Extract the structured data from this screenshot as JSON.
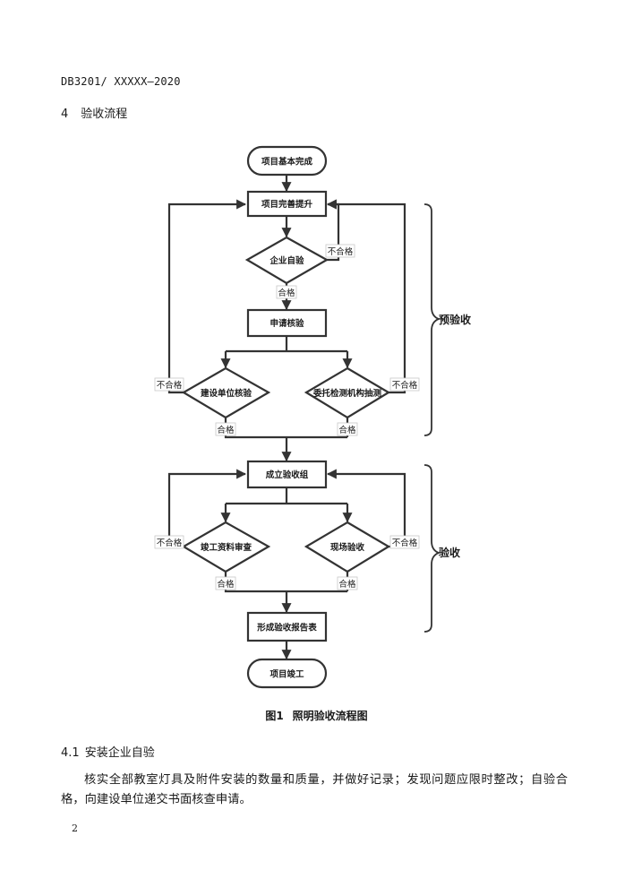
{
  "header": {
    "doc_code": "DB3201/ XXXXX—2020"
  },
  "section": {
    "number": "4",
    "title": "验收流程"
  },
  "flowchart": {
    "nodes": {
      "start": "项目基本完成",
      "improve": "项目完善提升",
      "self_check": "企业自验",
      "apply": "申请核验",
      "owner_check": "建设单位核验",
      "agency_check": "委托检测机构抽测",
      "form_group": "成立验收组",
      "doc_review": "竣工资料审查",
      "site_check": "现场验收",
      "report": "形成验收报告表",
      "end": "项目竣工"
    },
    "labels": {
      "pass": "合格",
      "fail": "不合格"
    },
    "phases": {
      "pre": "预验收",
      "final": "验收"
    }
  },
  "figure": {
    "number": "图1",
    "caption": "照明验收流程图"
  },
  "subsection": {
    "number": "4.1",
    "title": "安装企业自验"
  },
  "paragraph": "核实全部教室灯具及附件安装的数量和质量，并做好记录；发现问题应限时整改；自验合格，向建设单位递交书面核查申请。",
  "page_number": "2"
}
